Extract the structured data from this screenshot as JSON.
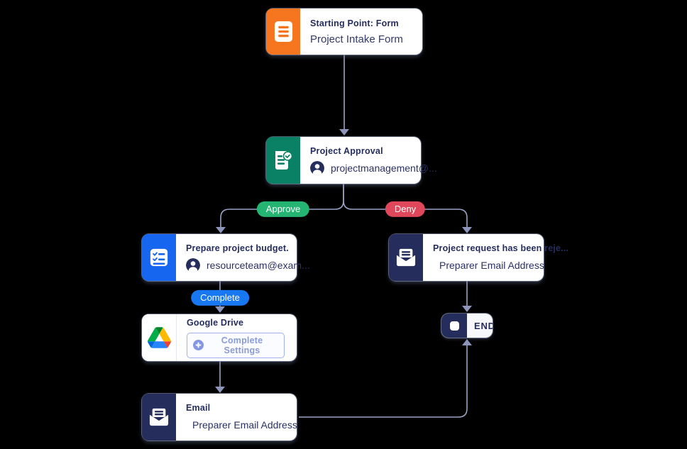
{
  "flow": {
    "start": {
      "title": "Starting Point: Form",
      "form_name": "Project Intake Form"
    },
    "approval": {
      "title": "Project Approval",
      "assignee": "projectmanagement@..."
    },
    "budget": {
      "title": "Prepare project budget.",
      "assignee": "resourceteam@exam..."
    },
    "drive": {
      "title": "Google Drive",
      "settings_button": "Complete Settings"
    },
    "email": {
      "title": "Email",
      "recipient": "Preparer Email Address"
    },
    "reject": {
      "title": "Project request has been reje...",
      "recipient": "Preparer Email Address"
    },
    "end": {
      "label": "END"
    }
  },
  "branches": {
    "approve": {
      "label": "Approve",
      "color": "#25B573"
    },
    "deny": {
      "label": "Deny",
      "color": "#E0475A"
    },
    "complete": {
      "label": "Complete",
      "color": "#1778F2"
    }
  },
  "colors": {
    "start_accent": "#F5761F",
    "approval_accent": "#0A8064",
    "budget_accent": "#1766EF",
    "email_accent": "#252D5C",
    "end_accent": "#252D5C",
    "connector": "#9AA3C7",
    "title_text": "#252D5F",
    "background": "#000000"
  },
  "icons": {
    "start": "form-icon",
    "approval": "approval-task-icon",
    "budget": "checklist-icon",
    "drive": "google-drive-icon",
    "email": "envelope-icon",
    "reject": "envelope-icon",
    "assignee": "avatar-icon",
    "recipient": "link-icon",
    "settings": "plus-icon",
    "end": "stop-icon"
  }
}
